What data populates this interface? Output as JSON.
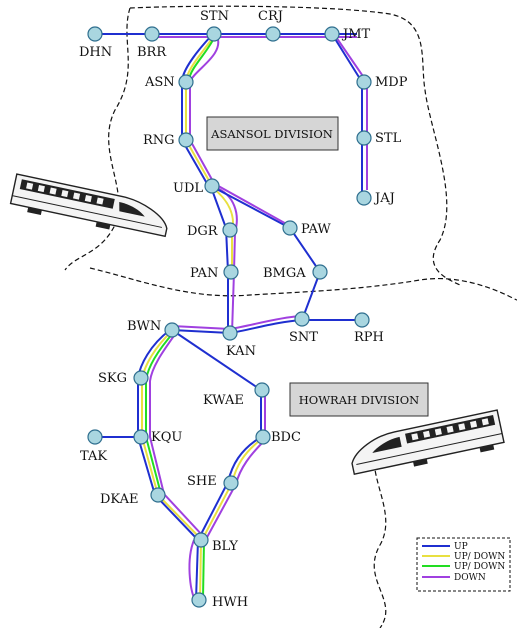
{
  "divisions": {
    "asansol": "ASANSOL DIVISION",
    "howrah": "HOWRAH DIVISION"
  },
  "stations": {
    "DHN": "DHN",
    "BRR": "BRR",
    "STN": "STN",
    "CRJ": "CRJ",
    "JMT": "JMT",
    "MDP": "MDP",
    "STL": "STL",
    "JAJ": "JAJ",
    "ASN": "ASN",
    "RNG": "RNG",
    "UDL": "UDL",
    "DGR": "DGR",
    "PAN": "PAN",
    "PAW": "PAW",
    "BMGA": "BMGA",
    "SNT": "SNT",
    "RPH": "RPH",
    "BWN": "BWN",
    "KAN": "KAN",
    "SKG": "SKG",
    "KWAE": "KWAE",
    "TAK": "TAK",
    "KQU": "KQU",
    "BDC": "BDC",
    "SHE": "SHE",
    "DKAE": "DKAE",
    "BLY": "BLY",
    "HWH": "HWH"
  },
  "legend": {
    "items": [
      {
        "label": "UP",
        "color": "#1f2fd0"
      },
      {
        "label": "UP/ DOWN",
        "color": "#e8e040"
      },
      {
        "label": "UP/ DOWN",
        "color": "#22dd22"
      },
      {
        "label": "DOWN",
        "color": "#a040e0"
      }
    ]
  },
  "colors": {
    "up": "#1f2fd0",
    "updown_yellow": "#e8e040",
    "updown_green": "#22dd22",
    "down": "#a040e0",
    "station_fill": "#a9d6e0",
    "division_box": "#d6d6d6"
  }
}
